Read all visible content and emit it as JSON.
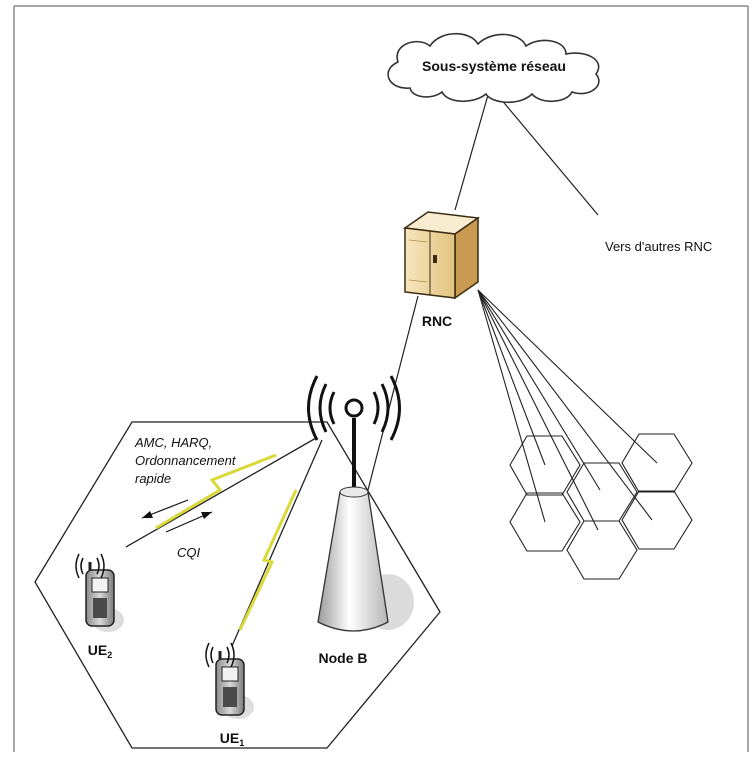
{
  "diagram": {
    "cloud_label": "Sous-système réseau",
    "other_rnc_label": "Vers d'autres RNC",
    "rnc_label": "RNC",
    "node_b_label": "Node B",
    "ue2_label": "UE",
    "ue2_sub": "2",
    "ue1_label": "UE",
    "ue1_sub": "1",
    "downlink_label_1": "AMC, HARQ,",
    "downlink_label_2": "Ordonnancement",
    "downlink_label_3": "rapide",
    "uplink_label": "CQI"
  },
  "colors": {
    "lightning": "#f2f23a",
    "rnc_box": "#f1dcaa",
    "frame": "#7f7f7f"
  }
}
